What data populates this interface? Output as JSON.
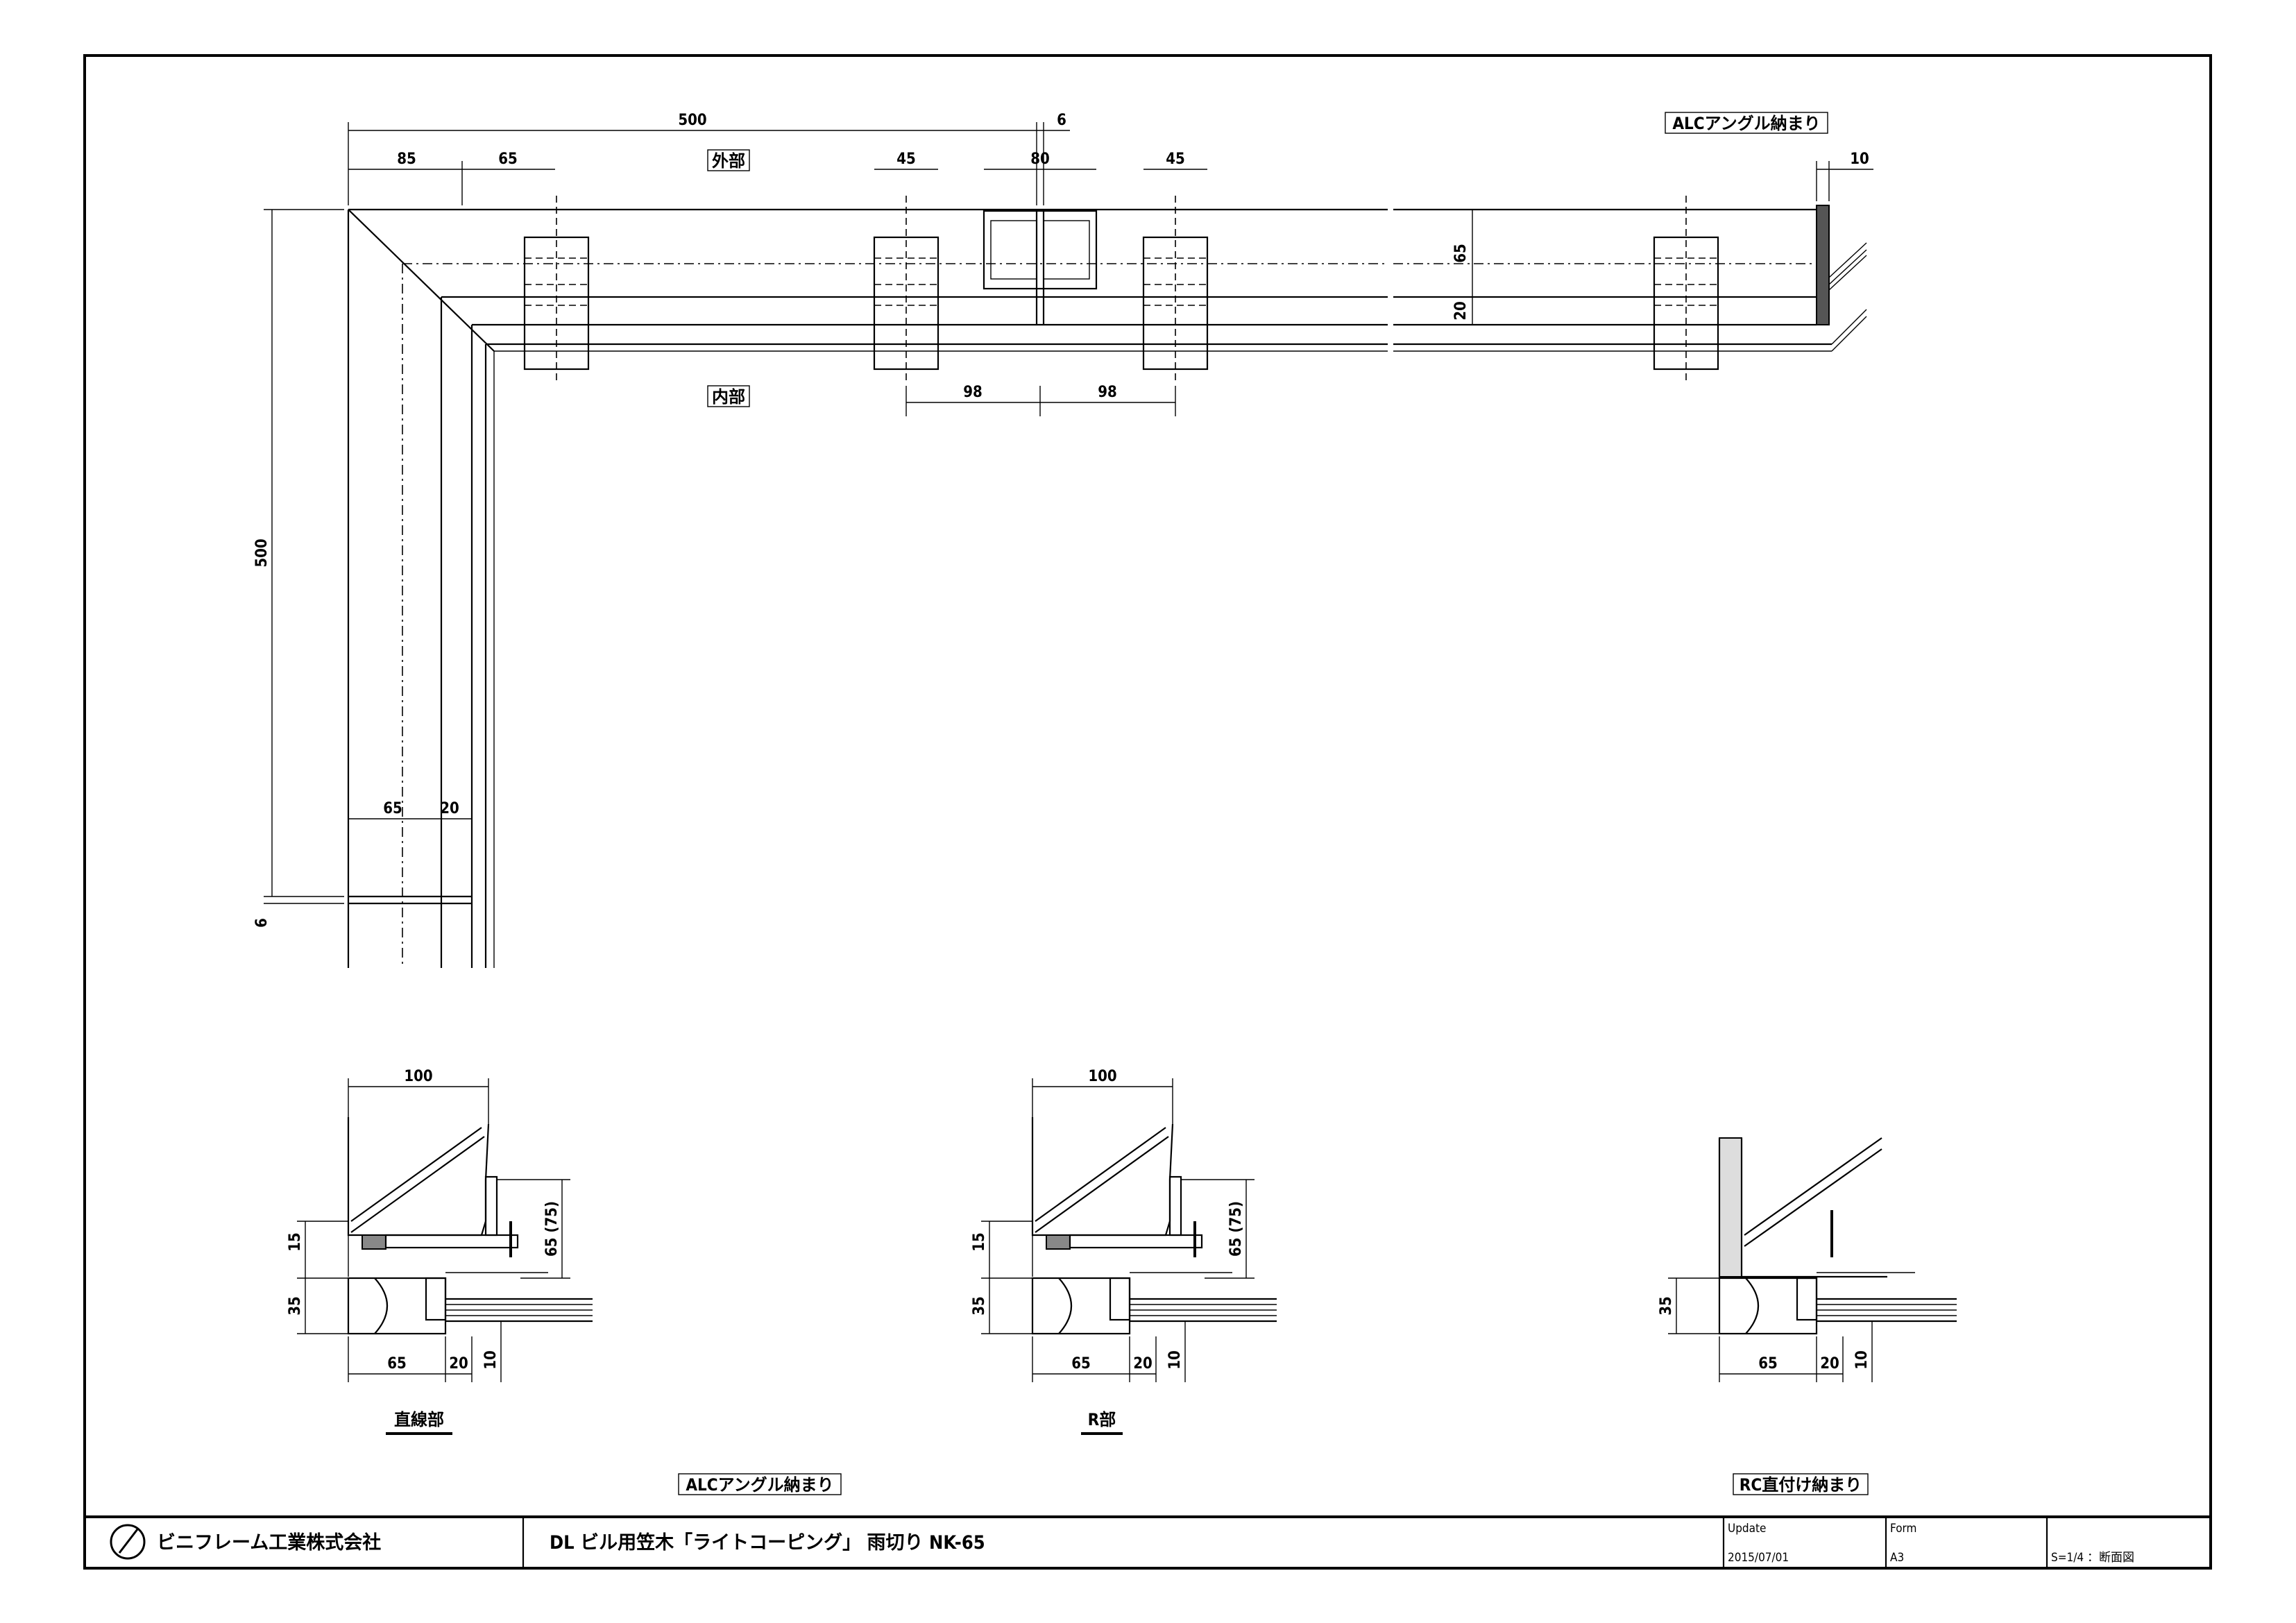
{
  "plan": {
    "dims_top": {
      "overall": "500",
      "gap": "6",
      "seg_85": "85",
      "seg_65": "65",
      "w45a": "45",
      "w80": "80",
      "w45b": "45",
      "end_10": "10"
    },
    "label_outer": "外部",
    "label_inner": "内部",
    "label_alc": "ALCアングル納まり",
    "dim_98a": "98",
    "dim_98b": "98",
    "dim_65_right": "65",
    "dim_20_right": "20",
    "dims_left": {
      "overall": "500",
      "gap": "6",
      "w65": "65",
      "w20": "20"
    }
  },
  "sections": [
    {
      "title": "直線部",
      "w100": "100",
      "h15": "15",
      "h35": "35",
      "h65": "65 (75)",
      "w65": "65",
      "w20": "20",
      "h10": "10"
    },
    {
      "title": "R部",
      "w100": "100",
      "h15": "15",
      "h35": "35",
      "h65": "65 (75)",
      "w65": "65",
      "w20": "20",
      "h10": "10"
    },
    {
      "title": "",
      "h35": "35",
      "w65": "65",
      "w20": "20",
      "h10": "10"
    }
  ],
  "section_group_alc": "ALCアングル納まり",
  "section_group_rc": "RC直付け納まり",
  "title_block": {
    "company": "ビニフレーム工業株式会社",
    "drawing_title": "DL ビル用笠木「ライトコーピング」 雨切り NK-65",
    "update_label": "Update",
    "update_date": "2015/07/01",
    "form_label": "Form",
    "form_value": "A3",
    "scale": "S=1/4 ：断面図"
  }
}
